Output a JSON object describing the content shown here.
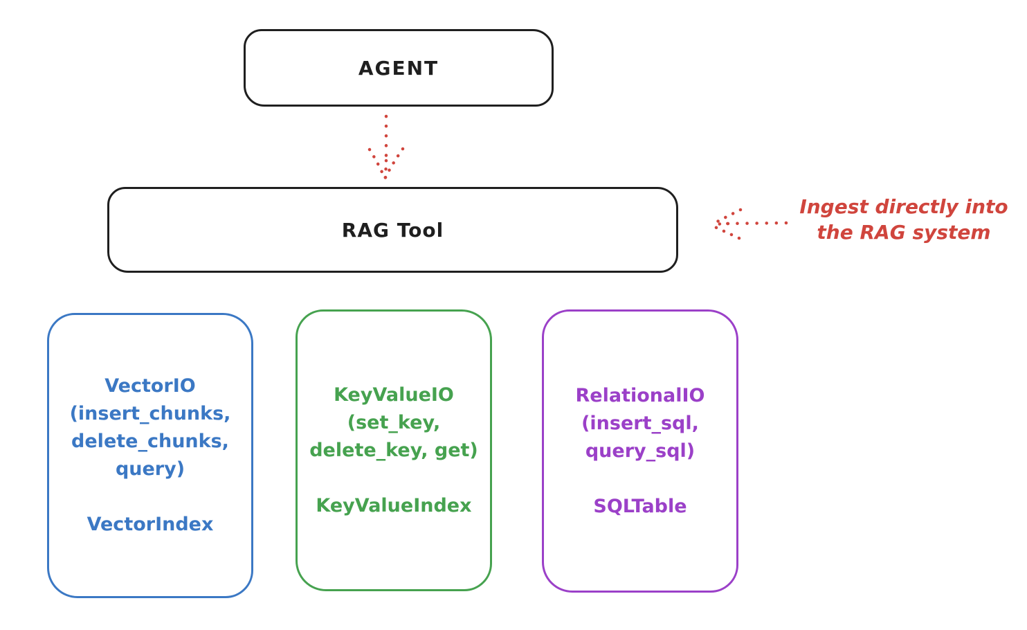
{
  "diagram": {
    "title_hint": "RAG Tool architecture sketch",
    "agent_box": {
      "label": "AGENT"
    },
    "rag_tool_box": {
      "label": "RAG Tool"
    },
    "annotation": {
      "line1": "Ingest directly into",
      "line2": "the RAG system"
    },
    "arrows": [
      {
        "name": "agent-to-ragtool-arrow",
        "style": "dotted",
        "color": "#d0453d",
        "direction": "down"
      },
      {
        "name": "annotation-to-ragtool-arrow",
        "style": "dotted",
        "color": "#d0453d",
        "direction": "left"
      }
    ],
    "backend_boxes": [
      {
        "id": "vector",
        "color": "#3b78c4",
        "lines": [
          "VectorIO",
          "(insert_chunks,",
          "delete_chunks,",
          "query)"
        ],
        "index_label": "VectorIndex"
      },
      {
        "id": "keyvalue",
        "color": "#46a24f",
        "lines": [
          "KeyValueIO",
          "(set_key,",
          "delete_key, get)"
        ],
        "index_label": "KeyValueIndex"
      },
      {
        "id": "relational",
        "color": "#9b40c8",
        "lines": [
          "RelationalIO",
          "(insert_sql,",
          "query_sql)"
        ],
        "index_label": "SQLTable"
      }
    ],
    "colors": {
      "ink": "#1f1f1f",
      "accent_red": "#d0453d",
      "vector_blue": "#3b78c4",
      "keyvalue_green": "#46a24f",
      "relational_purple": "#9b40c8",
      "background": "#ffffff"
    }
  }
}
